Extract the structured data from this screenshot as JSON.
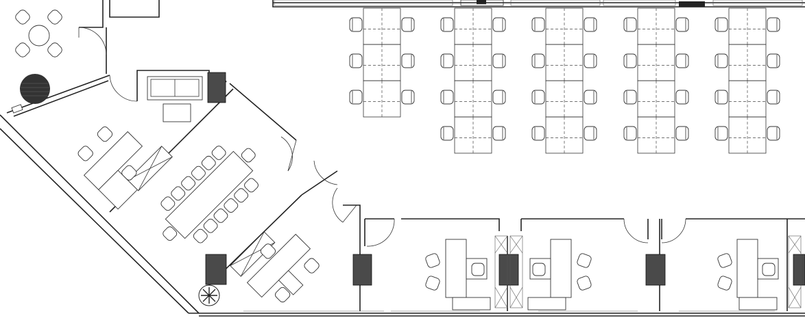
{
  "plan": {
    "workstation_columns": 5,
    "chairs_per_side_left_group": 3,
    "chairs_per_side_right_groups": 4,
    "conference_chairs_per_side": 6,
    "private_offices_bottom": 3,
    "colors": {
      "line": "#222222",
      "column_fill": "#4a4a4a",
      "background": "#ffffff",
      "rug": "#333333"
    },
    "icons": [
      "chair-icon",
      "desk-icon",
      "sofa-icon",
      "plant-icon",
      "round-table-icon",
      "door-swing-icon",
      "structural-column-icon"
    ]
  }
}
